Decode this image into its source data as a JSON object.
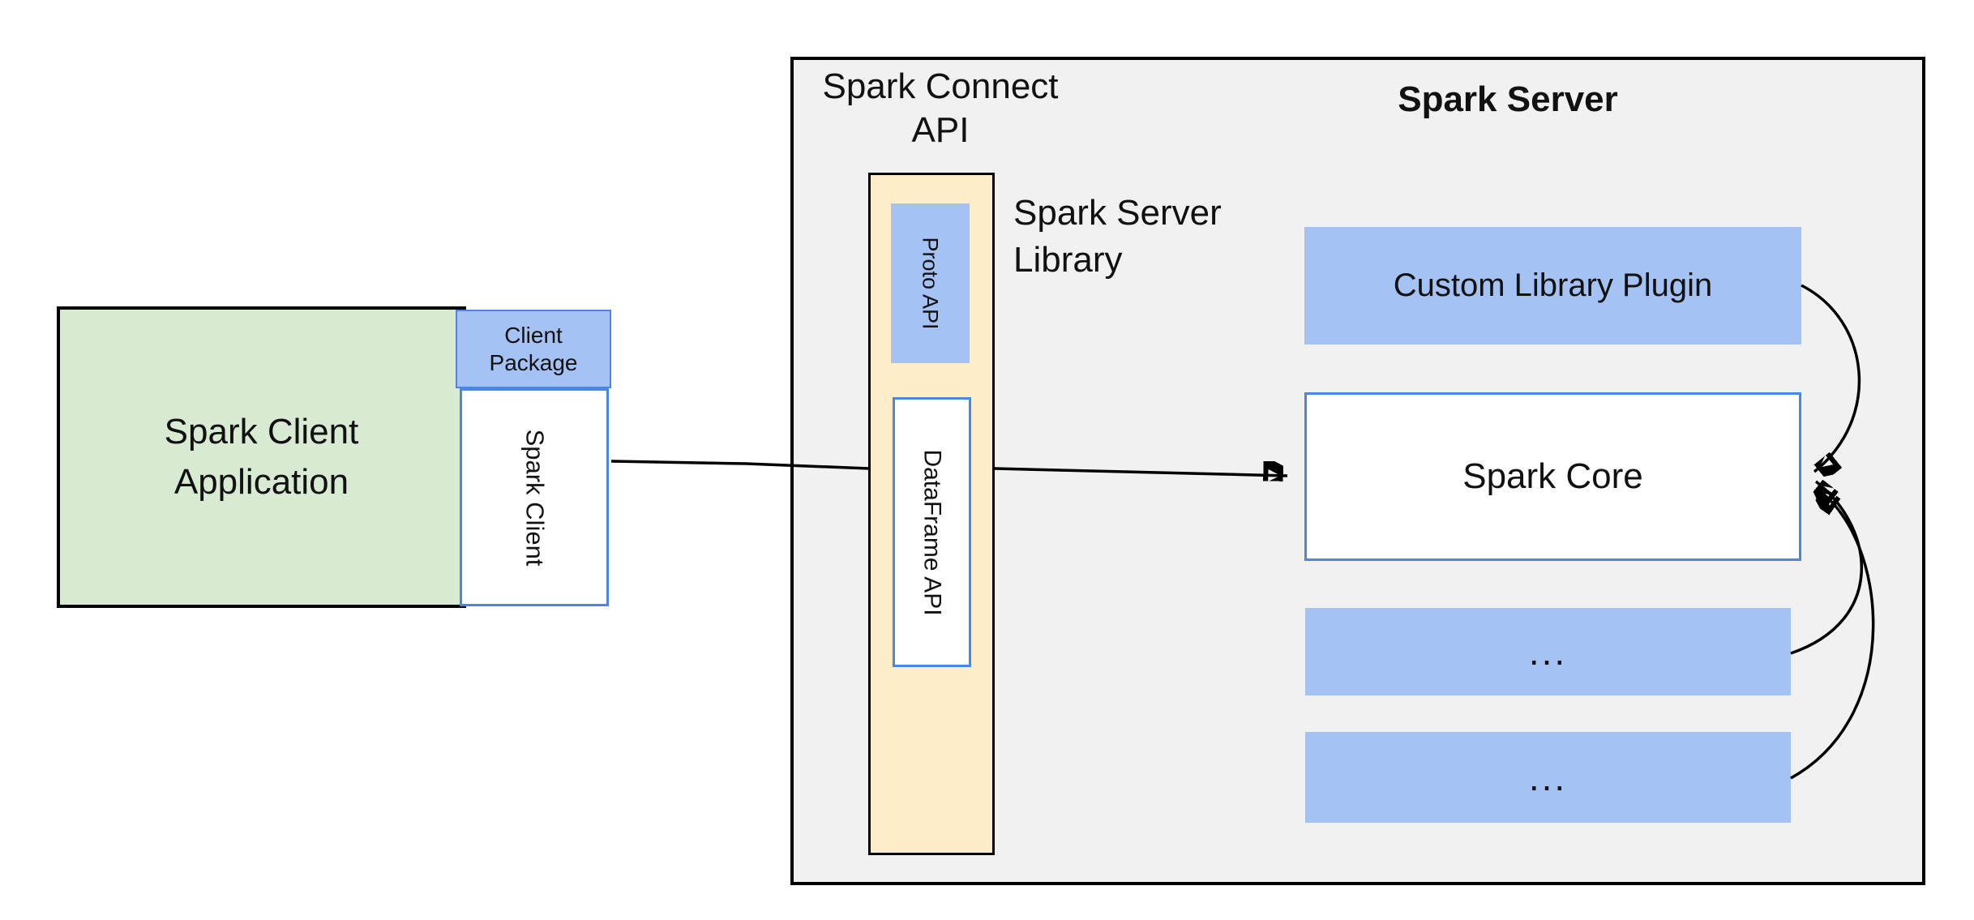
{
  "colors": {
    "client_fill_green": "#d9ead3",
    "box_fill_blue": "#a4c2f4",
    "box_border_blue": "#4a86e8",
    "connect_api_fill_yellow": "#fdeec9",
    "server_fill_gray": "#f1f1f1",
    "border_black": "#000000",
    "text": "#111111",
    "white": "#ffffff"
  },
  "client_side": {
    "application": {
      "line1": "Spark Client",
      "line2": "Application"
    },
    "package": {
      "line1": "Client",
      "line2": "Package"
    },
    "client": "Spark Client"
  },
  "server_side": {
    "connect_api_label": {
      "line1": "Spark Connect",
      "line2": "API"
    },
    "title": "Spark Server",
    "proto_api": "Proto API",
    "dataframe_api": "DataFrame API",
    "library_label": {
      "line1": "Spark Server",
      "line2": "Library"
    },
    "plugin": "Custom Library Plugin",
    "core": "Spark Core",
    "ellipsis_boxes": [
      "...",
      "..."
    ]
  },
  "arrows": [
    {
      "from": "spark-client",
      "to": "spark-connect-api"
    },
    {
      "from": "spark-connect-api",
      "to": "spark-core"
    },
    {
      "from": "custom-library-plugin",
      "to": "spark-core"
    },
    {
      "from": "ellipsis-box-1",
      "to": "spark-core"
    },
    {
      "from": "ellipsis-box-2",
      "to": "spark-core"
    }
  ]
}
